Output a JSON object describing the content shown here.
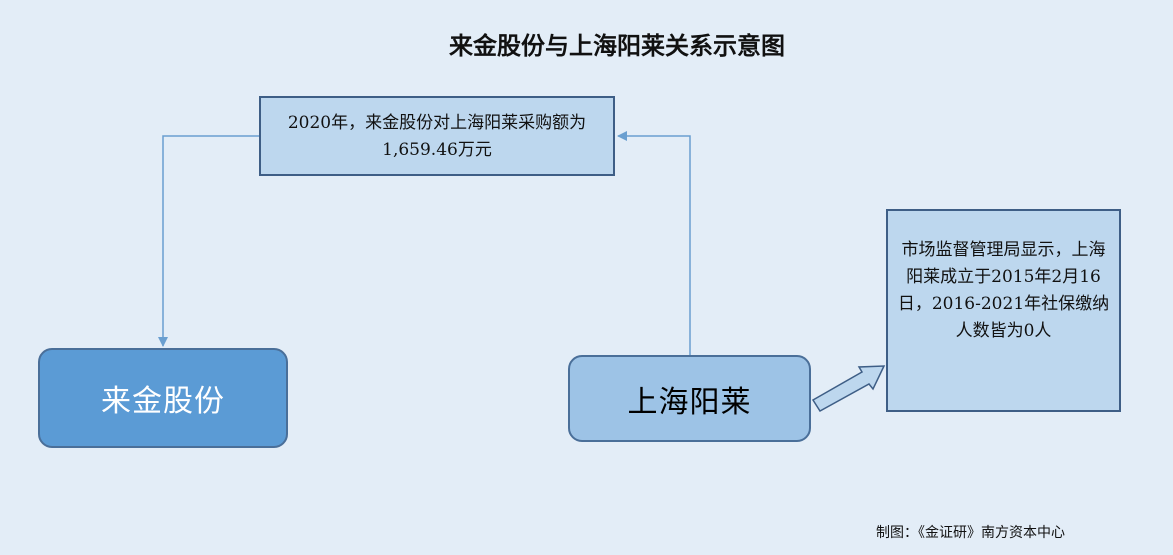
{
  "title": "来金股份与上海阳莱关系示意图",
  "note_purchase": "2020年，来金股份对上海阳莱采购额为1,659.46万元",
  "note_registration": "市场监督管理局显示，上海阳莱成立于2015年2月16日，2016-2021年社保缴纳人数皆为0人",
  "entity_left": "来金股份",
  "entity_right": "上海阳莱",
  "credit": "制图：《金证研》南方资本中心",
  "colors": {
    "background": "#e3edf7",
    "note_fill": "#bdd7ee",
    "entity_left_fill": "#5b9bd5",
    "entity_right_fill": "#9dc3e6",
    "connector": "#6a9fd0"
  }
}
